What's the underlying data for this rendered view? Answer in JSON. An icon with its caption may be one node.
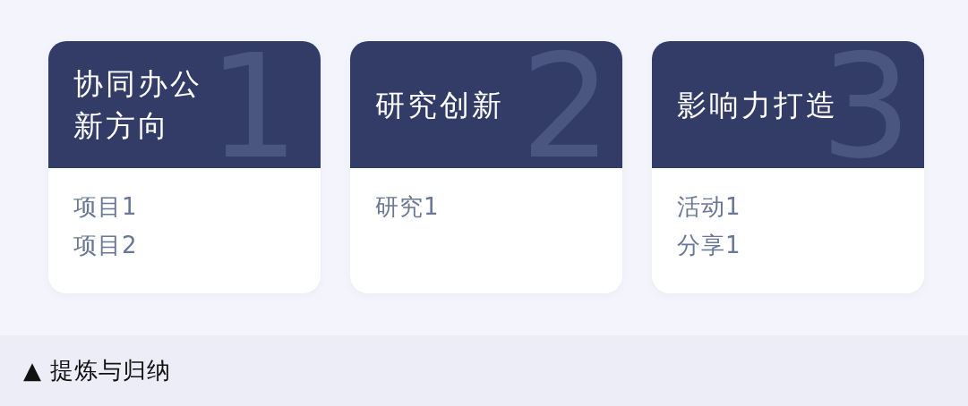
{
  "diagram": {
    "nodes": [
      {
        "text": [
          "协同办公新方向",
          "1",
          "项目1",
          "项目2"
        ]
      },
      {
        "text": [
          "研究创新",
          "2",
          "研究1"
        ]
      },
      {
        "text": [
          "影响力打造",
          "3",
          "活动1",
          "分享1"
        ]
      }
    ],
    "edges": [],
    "caption": "▲ 提炼与归纳"
  }
}
